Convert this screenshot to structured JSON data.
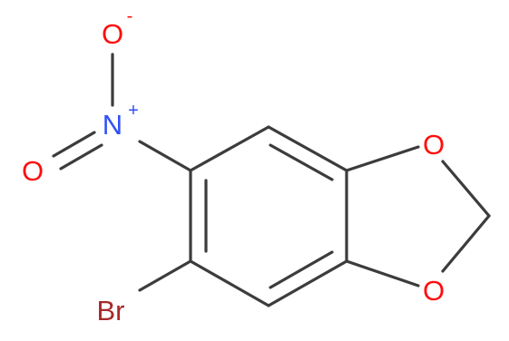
{
  "molecule": {
    "atoms": {
      "nitro_o_minus": {
        "symbol": "O",
        "charge": "-"
      },
      "nitro_n": {
        "symbol": "N",
        "charge": "+"
      },
      "nitro_o_double": {
        "symbol": "O"
      },
      "ring_o_top": {
        "symbol": "O"
      },
      "ring_o_bottom": {
        "symbol": "O"
      },
      "bromine": {
        "symbol": "Br"
      }
    },
    "colors": {
      "bond": "#3c3c3c",
      "oxygen": "#ff0d0d",
      "nitrogen": "#3050f8",
      "bromine": "#a62929"
    }
  }
}
